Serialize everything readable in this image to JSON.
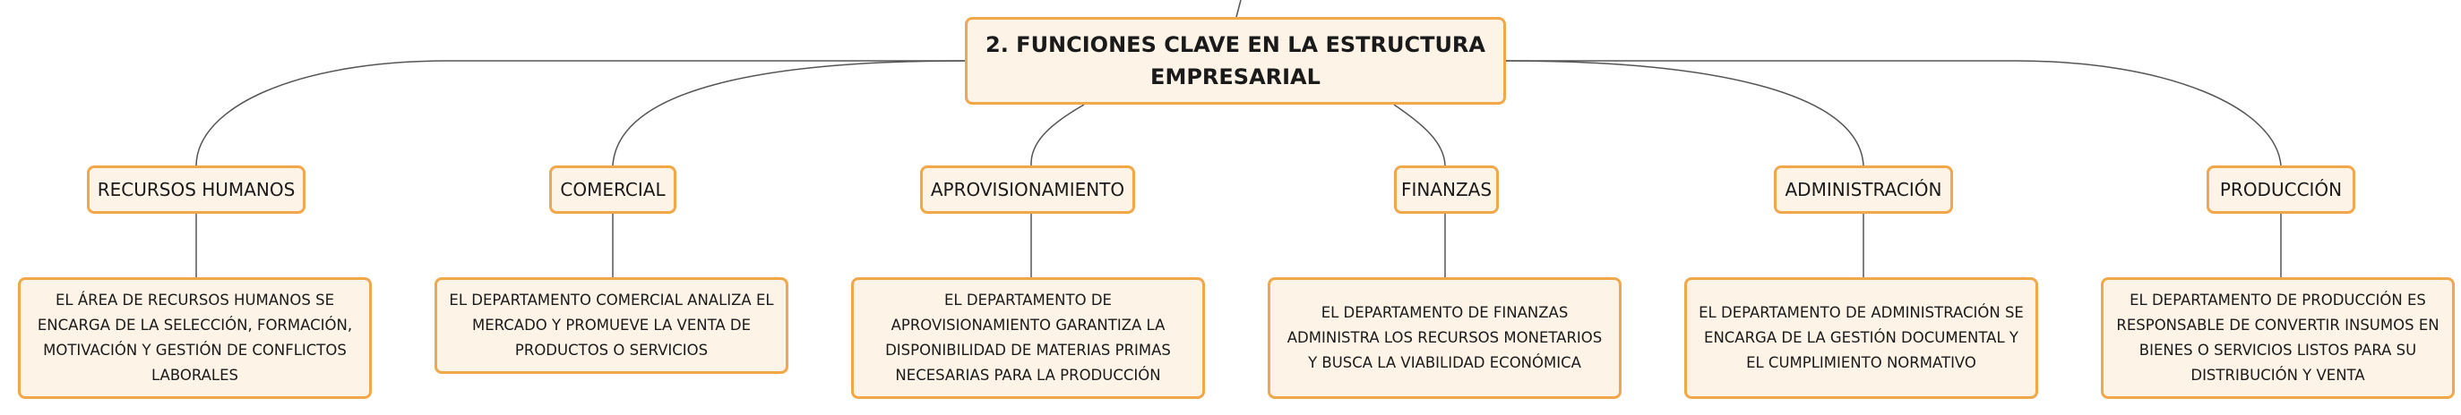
{
  "root": {
    "title": "2. FUNCIONES CLAVE EN LA ESTRUCTURA EMPRESARIAL"
  },
  "departments": [
    {
      "label": "RECURSOS HUMANOS",
      "description": "EL ÁREA DE RECURSOS HUMANOS SE ENCARGA DE LA SELECCIÓN, FORMACIÓN, MOTIVACIÓN Y GESTIÓN DE CONFLICTOS LABORALES"
    },
    {
      "label": "COMERCIAL",
      "description": "EL DEPARTAMENTO COMERCIAL ANALIZA EL MERCADO Y PROMUEVE LA VENTA DE PRODUCTOS O SERVICIOS"
    },
    {
      "label": "APROVISIONAMIENTO",
      "description": "EL DEPARTAMENTO DE APROVISIONAMIENTO GARANTIZA LA DISPONIBILIDAD DE MATERIAS PRIMAS NECESARIAS PARA LA PRODUCCIÓN"
    },
    {
      "label": "FINANZAS",
      "description": "EL DEPARTAMENTO DE FINANZAS ADMINISTRA LOS RECURSOS MONETARIOS Y BUSCA LA VIABILIDAD ECONÓMICA"
    },
    {
      "label": "ADMINISTRACIÓN",
      "description": "EL DEPARTAMENTO DE ADMINISTRACIÓN SE ENCARGA DE LA GESTIÓN DOCUMENTAL Y EL CUMPLIMIENTO NORMATIVO"
    },
    {
      "label": "PRODUCCIÓN",
      "description": "EL DEPARTAMENTO DE PRODUCCIÓN ES RESPONSABLE DE CONVERTIR INSUMOS EN BIENES O SERVICIOS LISTOS PARA SU DISTRIBUCIÓN Y VENTA"
    }
  ]
}
